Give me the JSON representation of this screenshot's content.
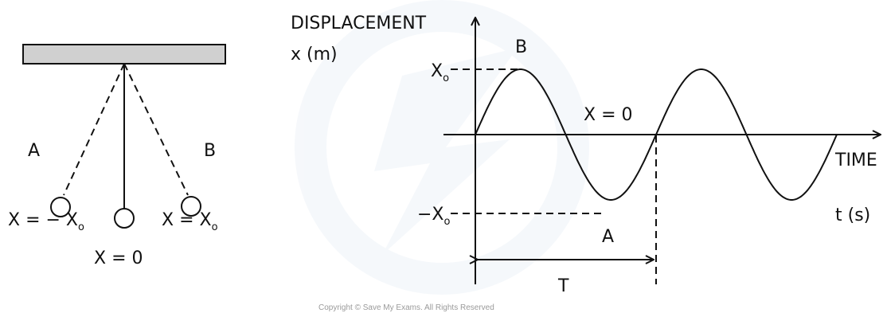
{
  "pendulum": {
    "label_left": "A",
    "label_right": "B",
    "eq_left_prefix": "X = − X",
    "eq_right_prefix": "X = X",
    "subscript": "o",
    "eq_center": "X = 0"
  },
  "graph": {
    "y_axis_title": "DISPLACEMENT",
    "y_axis_unit": "x (m)",
    "x_axis_title": "TIME",
    "x_axis_unit": "t (s)",
    "max_label": "X",
    "min_label": "−X",
    "subscript": "o",
    "peak_label": "B",
    "trough_label": "A",
    "zero_label": "X = 0",
    "period_label": "T"
  },
  "watermark": {
    "copyright": "Copyright © Save My Exams. All Rights Reserved"
  },
  "colors": {
    "ink": "#111111",
    "support_fill": "#d0d0d0",
    "watermark": "#eef3f8"
  }
}
